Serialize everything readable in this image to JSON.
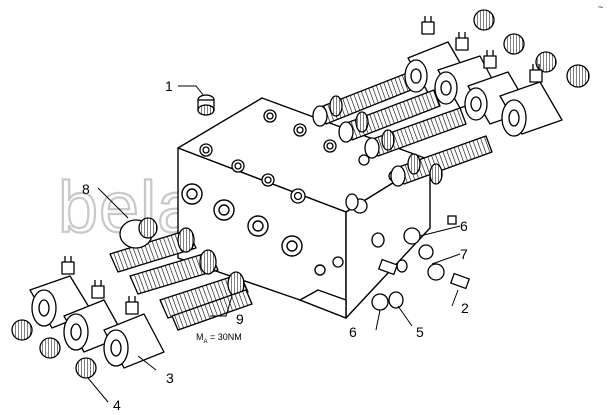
{
  "watermark": "belarusi.ru",
  "torque_spec": "M",
  "torque_sub": "A",
  "torque_value": " = 30NM",
  "callouts": [
    {
      "id": "c1",
      "label": "1"
    },
    {
      "id": "c2",
      "label": "2"
    },
    {
      "id": "c3",
      "label": "3"
    },
    {
      "id": "c4",
      "label": "4"
    },
    {
      "id": "c5",
      "label": "5"
    },
    {
      "id": "c6a",
      "label": "6"
    },
    {
      "id": "c6b",
      "label": "6"
    },
    {
      "id": "c7",
      "label": "7"
    },
    {
      "id": "c8",
      "label": "8"
    },
    {
      "id": "c9",
      "label": "9"
    }
  ],
  "corner_mark": "~"
}
